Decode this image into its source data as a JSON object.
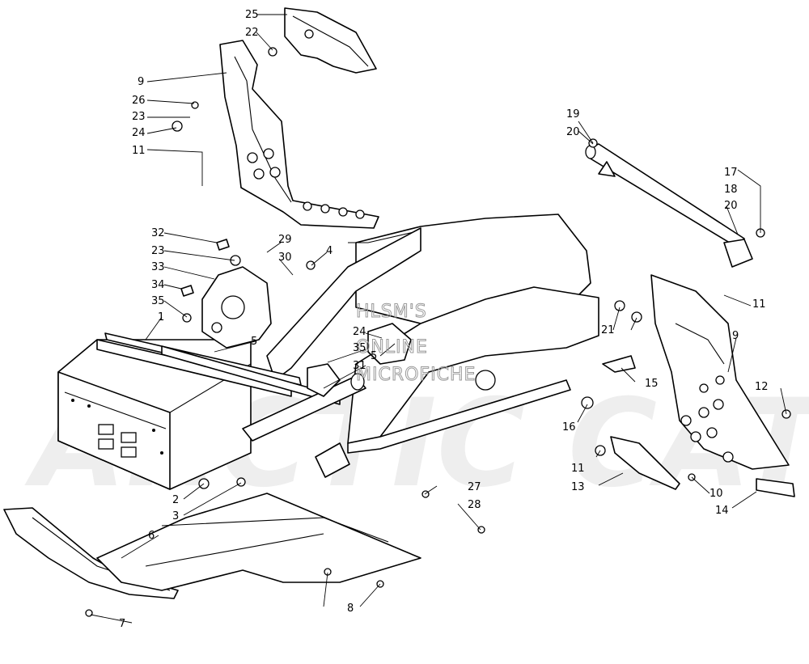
{
  "watermark": {
    "lines": [
      "HLSM'S",
      "ONLINE",
      "MICROFICHE"
    ],
    "logo": "ARCTIC CAT",
    "color": "#9a9a9a"
  },
  "callouts": {
    "c1": "1",
    "c2": "2",
    "c3": "3",
    "c4": "4",
    "c5a": "5",
    "c5b": "5",
    "c6": "6",
    "c7": "7",
    "c8": "8",
    "c9a": "9",
    "c9b": "9",
    "c10": "10",
    "c11a": "11",
    "c11b": "11",
    "c11c": "11",
    "c12": "12",
    "c13": "13",
    "c14": "14",
    "c15": "15",
    "c16": "16",
    "c17": "17",
    "c18": "18",
    "c19": "19",
    "c20a": "20",
    "c20b": "20",
    "c21": "21",
    "c22": "22",
    "c23a": "23",
    "c23b": "23",
    "c24a": "24",
    "c24b": "24",
    "c25": "25",
    "c26": "26",
    "c27": "27",
    "c28": "28",
    "c29": "29",
    "c30": "30",
    "c31": "31",
    "c32": "32",
    "c33": "33",
    "c34": "34",
    "c35a": "35",
    "c35b": "35"
  }
}
